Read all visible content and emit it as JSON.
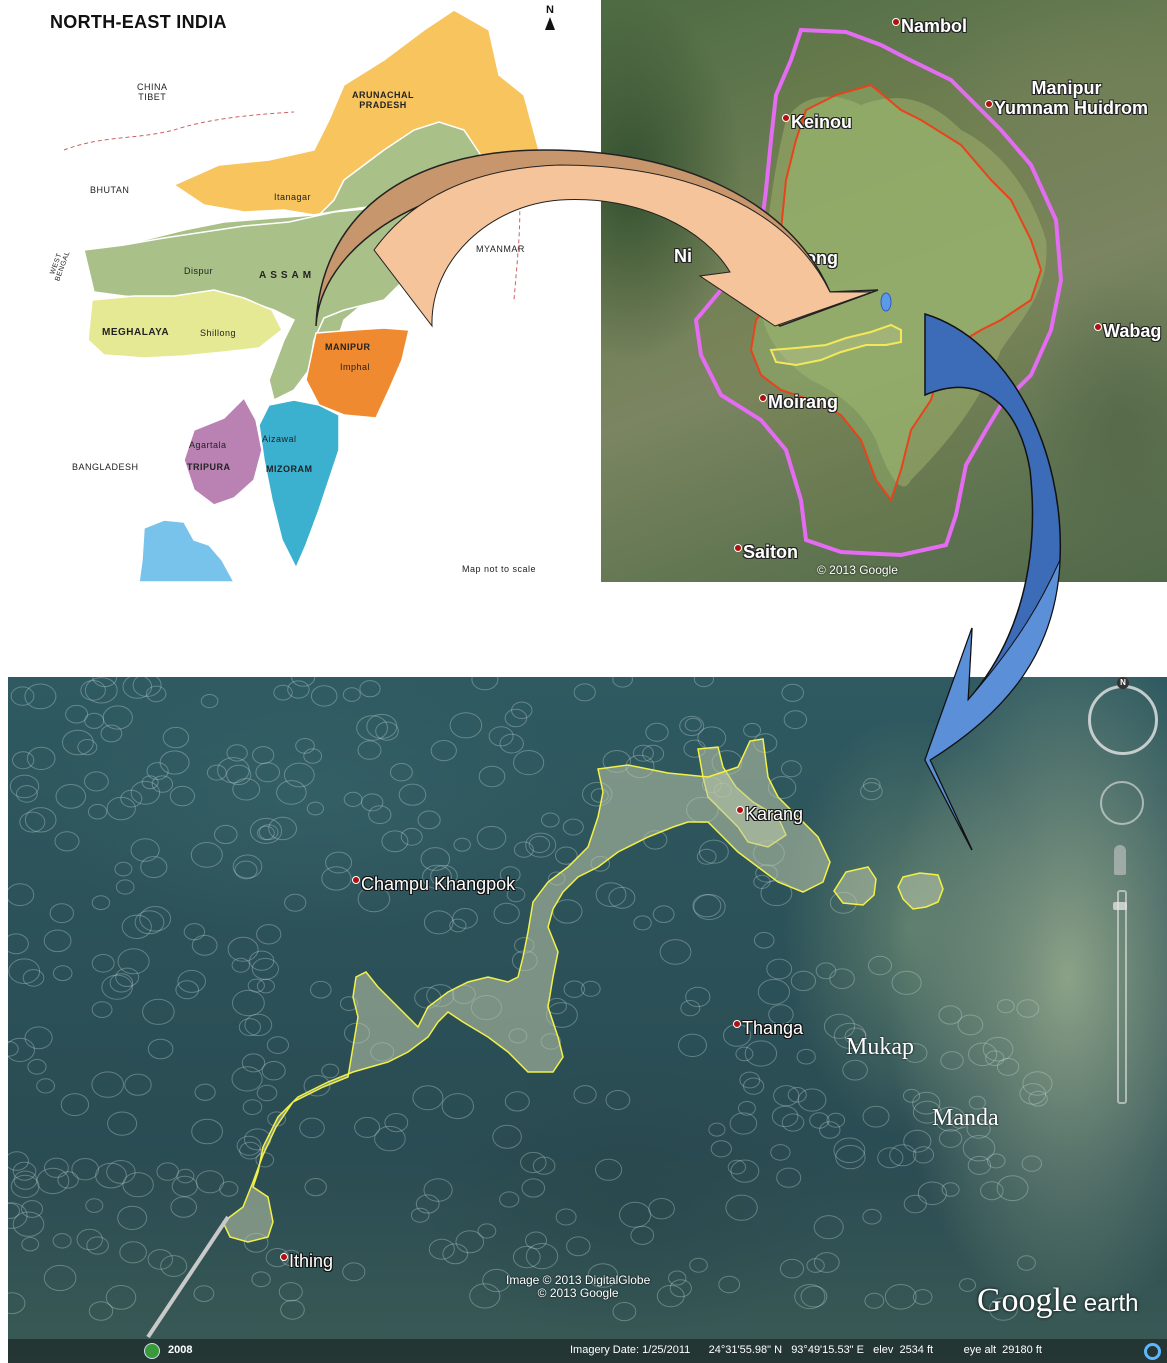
{
  "ne_map": {
    "title": "NORTH-EAST INDIA",
    "north_letter": "N",
    "labels": {
      "china_tibet_1": "CHINA",
      "china_tibet_2": "TIBET",
      "arunachal_1": "ARUNACHAL",
      "arunachal_2": "PRADESH",
      "bhutan": "BHUTAN",
      "itanagar": "Itanagar",
      "myanmar": "MYANMAR",
      "dispur": "Dispur",
      "assam": "ASSAM",
      "west_bengal_1": "WEST",
      "west_bengal_2": "BENGAL",
      "meghalaya": "MEGHALAYA",
      "shillong": "Shillong",
      "manipur": "MANIPUR",
      "imphal": "Imphal",
      "agartala": "Agartala",
      "tripura": "TRIPURA",
      "aizawal": "Aizawal",
      "mizoram": "MIZORAM",
      "bangladesh": "BANGLADESH",
      "scale_note": "Map not to scale"
    },
    "colors": {
      "arunachal": "#f8c45d",
      "assam": "#a9c088",
      "meghalaya": "#e6e994",
      "manipur": "#f08a30",
      "mizoram": "#3cb0cf",
      "tripura": "#b982b3",
      "bay": "#78c3ec"
    }
  },
  "ge_loktak": {
    "places": {
      "nambol": "Nambol",
      "manipur_1": "Manipur",
      "manipur_2": "Yumnam Huidrom",
      "keinou": "Keinou",
      "ningthoukhong_left": "Ni",
      "ningthoukhong_right": "ong",
      "wabag": "Wabag",
      "moirang": "Moirang",
      "saiton": "Saiton"
    },
    "copyright": "© 2013 Google",
    "colors": {
      "boundary": "#e36cf2",
      "core": "#e8431a",
      "islands": "#f3e85a"
    }
  },
  "ge_islands": {
    "places": {
      "karang": "Karang",
      "champu": "Champu Khangpok",
      "thanga": "Thanga",
      "ithing": "Ithing"
    },
    "annotations": {
      "mukap": "Mukap",
      "manda": "Manda"
    },
    "copyright_1": "Image © 2013 DigitalGlobe",
    "copyright_2": "© 2013 Google",
    "logo_1": "Google",
    "logo_2": " earth",
    "year": "2008",
    "nav_n": "N",
    "status": {
      "imagery_date": "Imagery Date: 1/25/2011",
      "lat": "24°31'55.98\" N",
      "lon": "93°49'15.53\" E",
      "elev": "elev  2534 ft",
      "eye_alt": "eye alt  29180 ft"
    },
    "colors": {
      "island_outline": "#f2f04a"
    }
  },
  "arrows": {
    "arrow1_fill": "#c8966c",
    "arrow1_head": "#f6c49b",
    "arrow2_fill": "#3c6bb8",
    "arrow2_head": "#5b8fd8"
  }
}
